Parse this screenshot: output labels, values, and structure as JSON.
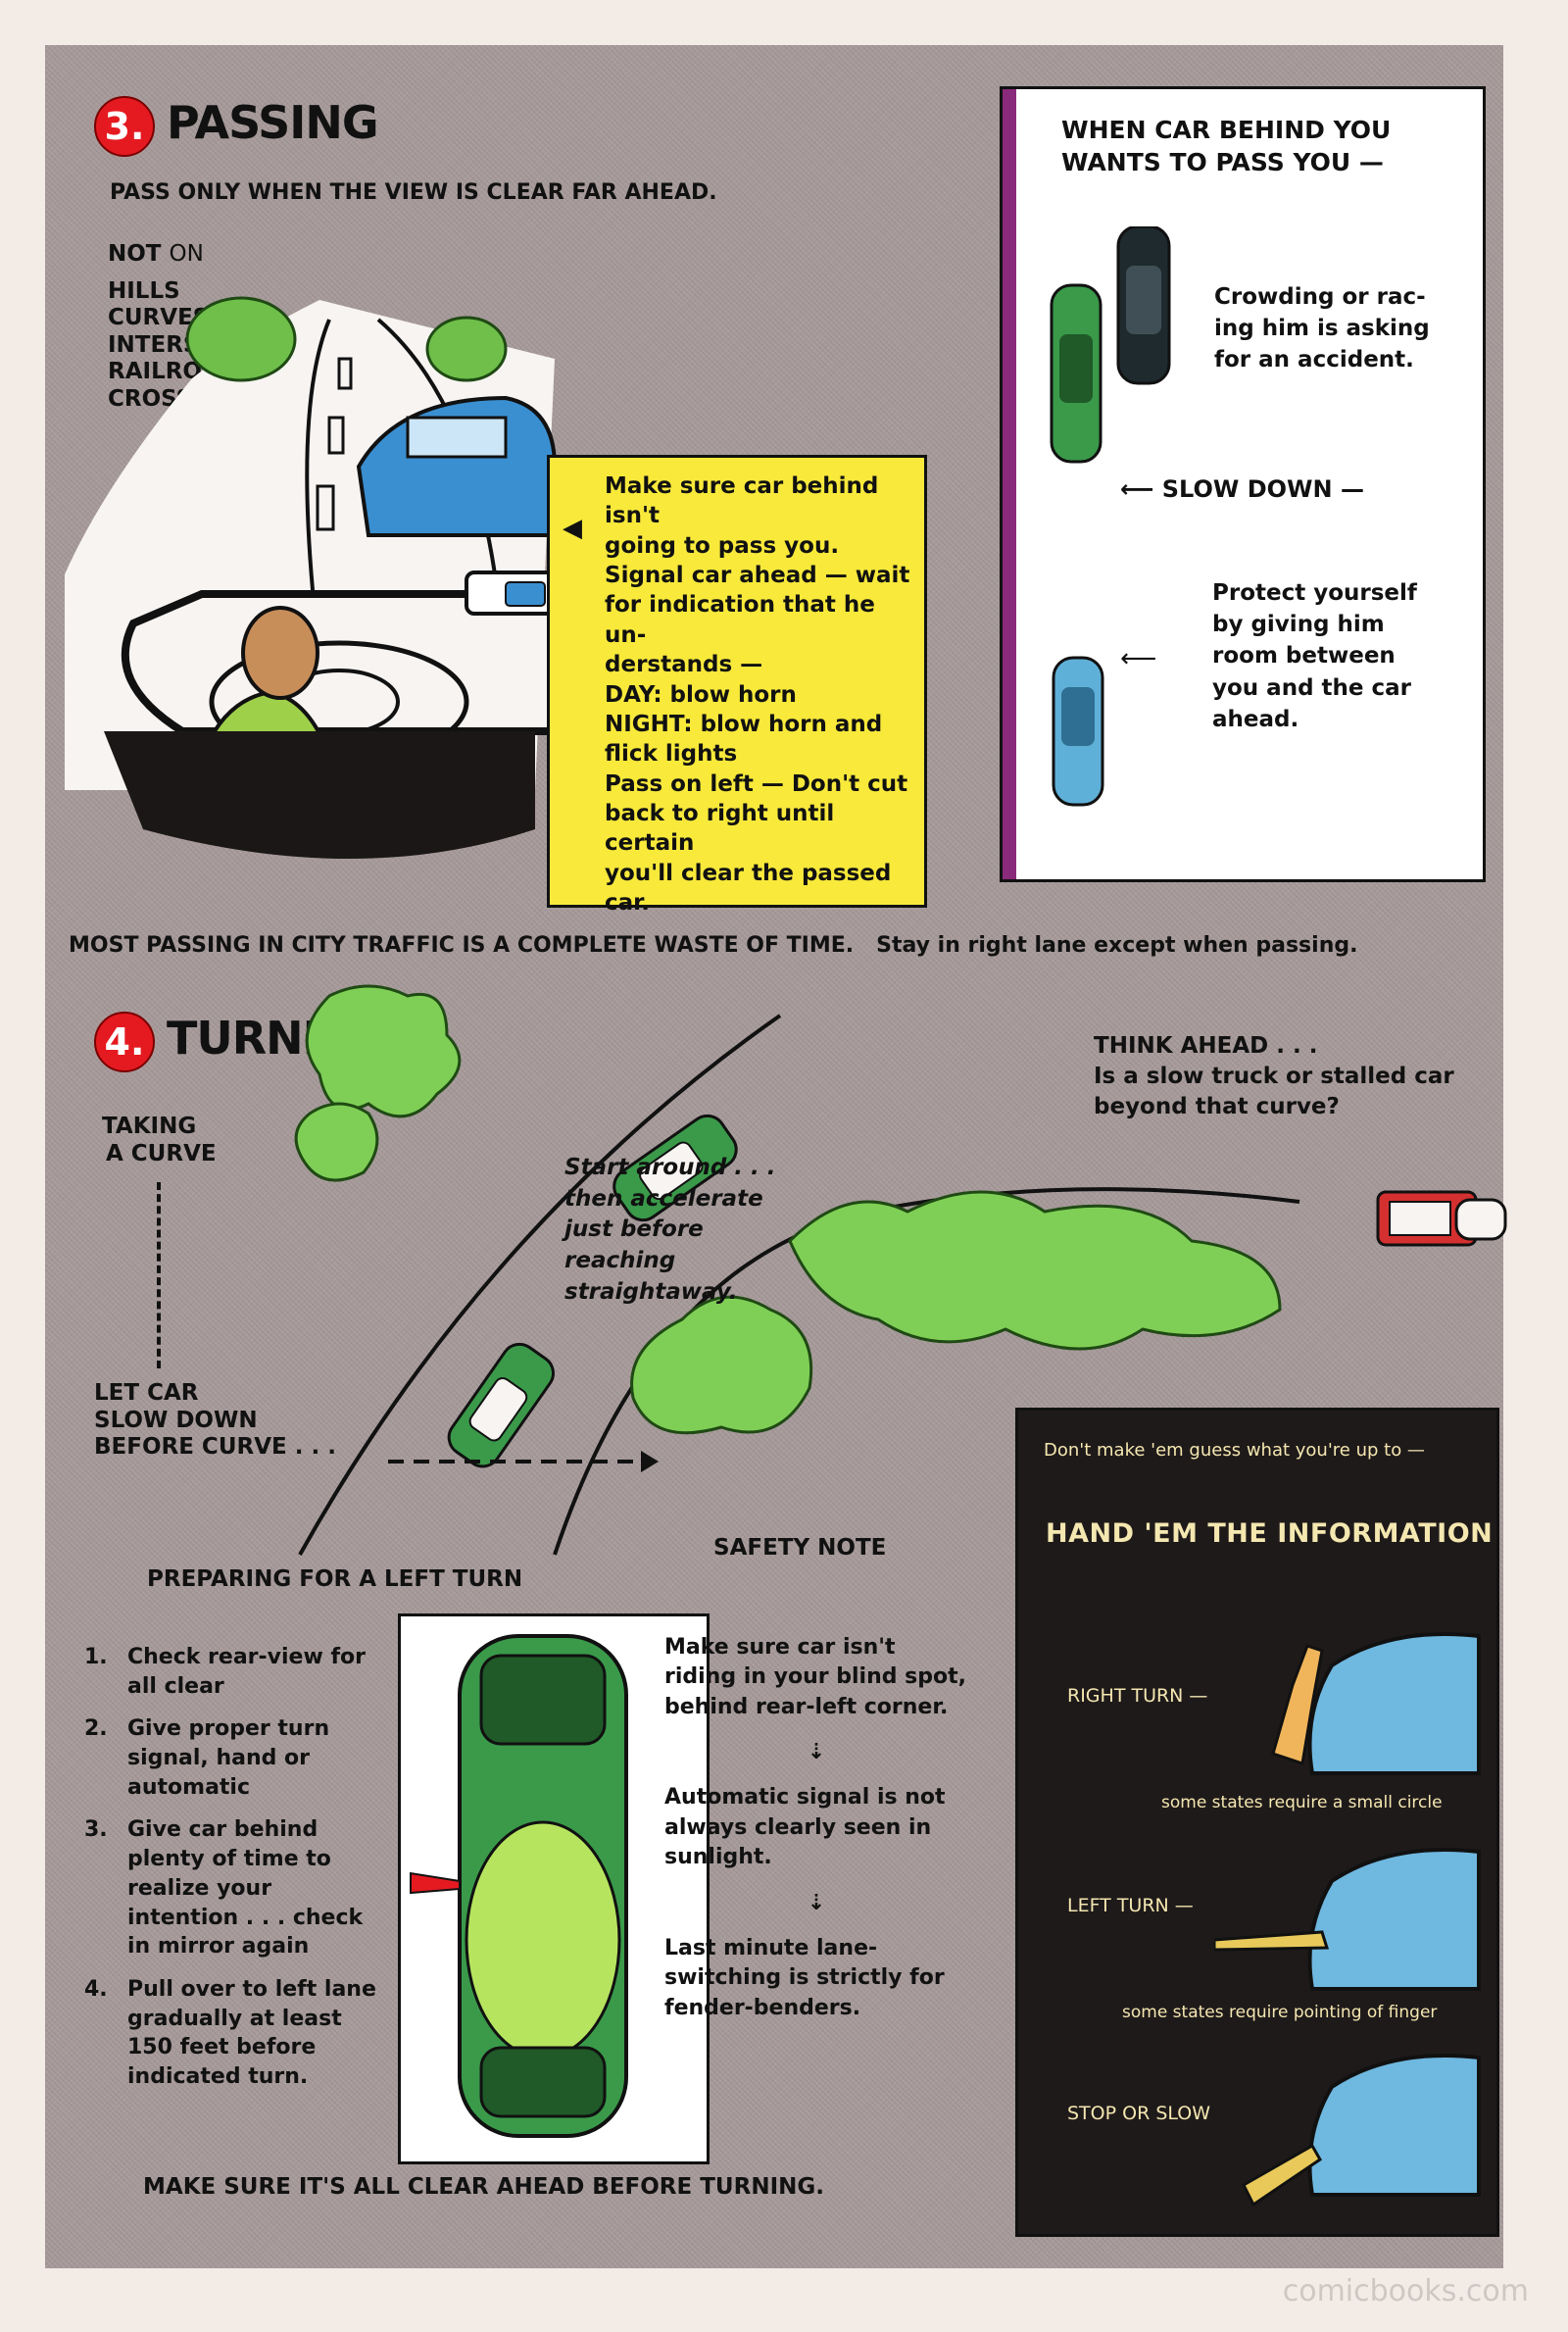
{
  "passing": {
    "badge": "3.",
    "title": "PASSING",
    "rule": "PASS ONLY WHEN THE VIEW IS CLEAR FAR AHEAD.",
    "not_on_bold": "NOT",
    "not_on_rest": "ON",
    "not_on_items": [
      "HILLS",
      "CURVES",
      "INTERSECTIONS",
      "RAILROAD",
      "CROSSINGS"
    ],
    "yellow_box": [
      "Make sure car behind isn't",
      "going to pass you.",
      "Signal car ahead — wait",
      "for indication that he un-",
      "derstands —",
      "DAY: blow horn",
      "NIGHT: blow horn and",
      "flick lights",
      "Pass on left — Don't cut",
      "back to right until certain",
      "you'll clear the passed car."
    ],
    "behind_panel": {
      "title_line1": "WHEN CAR BEHIND YOU",
      "title_line2": "WANTS TO PASS YOU —",
      "crowding": [
        "Crowding or rac-",
        "ing him is asking",
        "for an accident."
      ],
      "slow_down": "SLOW DOWN —",
      "protect": [
        "Protect yourself",
        "by giving him",
        "room between",
        "you and the car",
        "ahead."
      ]
    },
    "footer_caps": "MOST PASSING IN CITY TRAFFIC IS A COMPLETE WASTE OF TIME.",
    "footer_rest": "Stay in right lane except when passing."
  },
  "turning": {
    "badge": "4.",
    "title": "TURNING",
    "taking_curve": [
      "TAKING",
      "A CURVE"
    ],
    "let_car": [
      "LET CAR",
      "SLOW DOWN",
      "BEFORE CURVE . . ."
    ],
    "start_around": [
      "Start around . . .",
      "then accelerate",
      "just before",
      "reaching",
      "straightaway."
    ],
    "think_ahead": [
      "THINK AHEAD . . .",
      "Is a slow truck or stalled car",
      "beyond that curve?"
    ],
    "left_turn_title": "PREPARING FOR A LEFT TURN",
    "steps": [
      {
        "n": "1.",
        "text": "Check rear-view for all clear"
      },
      {
        "n": "2.",
        "text": "Give proper turn signal, hand or automatic"
      },
      {
        "n": "3.",
        "text": "Give car behind plenty of time to realize your intention . . . check in mirror again"
      },
      {
        "n": "4.",
        "text": "Pull over to left lane gradually at least 150 feet before indicated turn."
      }
    ],
    "safety_note_title": "SAFETY NOTE",
    "safety_notes": [
      "Make sure car isn't riding in your blind spot, behind rear-left corner.",
      "Automatic signal is not always clearly seen in sunlight.",
      "Last minute lane-switching is strictly for fender-benders."
    ],
    "footer": "MAKE SURE IT'S ALL CLEAR AHEAD BEFORE TURNING."
  },
  "signals": {
    "intro": "Don't make 'em guess what you're up to —",
    "title": "HAND 'EM THE INFORMATION",
    "right_turn": "RIGHT TURN —",
    "right_note": "some states require a small circle",
    "left_turn": "LEFT TURN —",
    "left_note": "some states require pointing of finger",
    "stop": "STOP OR SLOW"
  },
  "watermark": "comicbooks.com",
  "colors": {
    "badge": "#e51a21",
    "yellow": "#f8e93b",
    "panel_dark": "#1f1a1a",
    "caption": "#f4e7b0",
    "car_blue": "#3a8fd1",
    "car_green": "#3a9a4a",
    "bush": "#7fcf56"
  }
}
